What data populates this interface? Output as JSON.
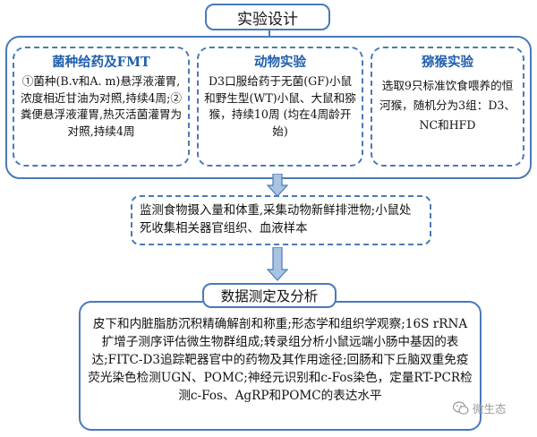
{
  "title": "实验设计",
  "sections": {
    "fmt": {
      "heading": "菌种给药及FMT",
      "body": "①菌种(B.v和A. m)悬浮液灌胃,浓度相近甘油为对照,持续4周;② 粪便悬浮液灌胃,热灭活菌灌胃为对照,持续4周"
    },
    "animal": {
      "heading": "动物实验",
      "body": "D3口服给药于无菌(GF)小鼠和野生型(WT)小鼠、大鼠和猕猴，持续10周 (均在4周龄开始)"
    },
    "monkey": {
      "heading": "猕猴实验",
      "body": "选取9只标准饮食喂养的恒河猴，随机分为3组：D3、NC和HFD"
    }
  },
  "monitoring": "监测食物摄入量和体重,采集动物新鲜排泄物;小鼠处死收集相关器官组织、血液样本",
  "analysis_title": "数据测定及分析",
  "analysis_body": "皮下和内脏脂肪沉积精确解剖和称重;形态学和组织学观察;16S rRNA扩增子测序评估微生物群组成;转录组分析小鼠远端小肠中基因的表达;FITC-D3追踪靶器官中的药物及其作用途径;回肠和下丘脑双重免疫荧光染色检测UGN、POMC;神经元识别和c-Fos染色，定量RT-PCR检测c-Fos、AgRP和POMC的表达水平",
  "watermark": "微生态",
  "colors": {
    "border": "#4a7ab8",
    "heading": "#1f5fae",
    "arrow": "#a9c3e3"
  }
}
